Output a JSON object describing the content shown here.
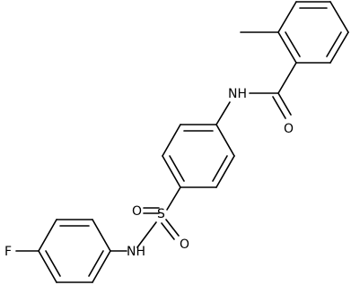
{
  "molecule": {
    "atoms": {
      "amide_nh": "NH",
      "carbonyl_o": "O",
      "sulfonyl_s": "S",
      "sulfonyl_o_left": "O",
      "sulfonyl_o_right": "O",
      "sulfonamide_nh": "NH",
      "fluorine": "F"
    }
  }
}
